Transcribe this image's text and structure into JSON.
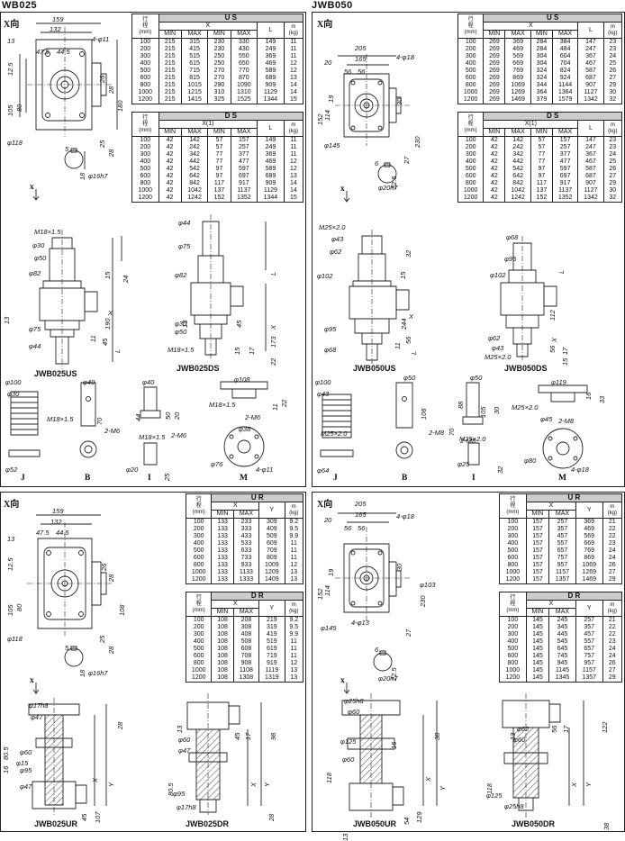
{
  "section_titles": {
    "left": "WB025",
    "right": "JWB050"
  },
  "xdir": "X向",
  "x_arrow": "x",
  "row_head": "行\n程\n(mm)",
  "tables": {
    "jwb025_us": {
      "group": "U S",
      "x": "X",
      "min": "MIN",
      "max": "MAX",
      "l": "L",
      "m": "m\n(kg)",
      "rows": [
        [
          "100",
          "215",
          "315",
          "230",
          "330",
          "149",
          "11"
        ],
        [
          "200",
          "215",
          "415",
          "230",
          "430",
          "249",
          "11"
        ],
        [
          "300",
          "215",
          "515",
          "250",
          "550",
          "369",
          "11"
        ],
        [
          "400",
          "215",
          "615",
          "250",
          "650",
          "469",
          "12"
        ],
        [
          "500",
          "215",
          "715",
          "270",
          "770",
          "589",
          "12"
        ],
        [
          "600",
          "215",
          "815",
          "270",
          "870",
          "689",
          "13"
        ],
        [
          "800",
          "215",
          "1015",
          "290",
          "1090",
          "909",
          "14"
        ],
        [
          "1000",
          "215",
          "1215",
          "310",
          "1310",
          "1129",
          "14"
        ],
        [
          "1200",
          "215",
          "1415",
          "325",
          "1525",
          "1344",
          "15"
        ]
      ]
    },
    "jwb025_ds": {
      "group": "D S",
      "x": "X(1)",
      "min": "MIN",
      "max": "MAX",
      "l": "L",
      "m": "m\n(kg)",
      "rows": [
        [
          "100",
          "42",
          "142",
          "57",
          "157",
          "149",
          "11"
        ],
        [
          "200",
          "42",
          "242",
          "57",
          "257",
          "249",
          "11"
        ],
        [
          "300",
          "42",
          "342",
          "77",
          "377",
          "369",
          "11"
        ],
        [
          "400",
          "42",
          "442",
          "77",
          "477",
          "469",
          "12"
        ],
        [
          "500",
          "42",
          "542",
          "97",
          "597",
          "589",
          "12"
        ],
        [
          "600",
          "42",
          "642",
          "97",
          "697",
          "689",
          "13"
        ],
        [
          "800",
          "42",
          "842",
          "117",
          "917",
          "909",
          "14"
        ],
        [
          "1000",
          "42",
          "1042",
          "137",
          "1137",
          "1129",
          "14"
        ],
        [
          "1200",
          "42",
          "1242",
          "152",
          "1352",
          "1344",
          "15"
        ]
      ]
    },
    "jwb050_us": {
      "group": "U S",
      "x": "X",
      "min": "MIN",
      "max": "MAX",
      "l": "L",
      "m": "m\n(kg)",
      "rows": [
        [
          "100",
          "269",
          "369",
          "284",
          "384",
          "147",
          "23"
        ],
        [
          "200",
          "269",
          "469",
          "284",
          "484",
          "247",
          "23"
        ],
        [
          "300",
          "269",
          "569",
          "304",
          "604",
          "367",
          "24"
        ],
        [
          "400",
          "269",
          "669",
          "304",
          "704",
          "467",
          "25"
        ],
        [
          "500",
          "269",
          "769",
          "324",
          "824",
          "587",
          "26"
        ],
        [
          "600",
          "269",
          "869",
          "324",
          "924",
          "687",
          "27"
        ],
        [
          "800",
          "269",
          "1069",
          "344",
          "1144",
          "907",
          "29"
        ],
        [
          "1000",
          "269",
          "1269",
          "364",
          "1364",
          "1127",
          "30"
        ],
        [
          "1200",
          "269",
          "1469",
          "379",
          "1579",
          "1342",
          "32"
        ]
      ]
    },
    "jwb050_ds": {
      "group": "D S",
      "x": "X(1)",
      "min": "MIN",
      "max": "MAX",
      "l": "L",
      "m": "m\n(kg)",
      "rows": [
        [
          "100",
          "42",
          "142",
          "57",
          "157",
          "147",
          "23"
        ],
        [
          "200",
          "42",
          "242",
          "57",
          "257",
          "247",
          "23"
        ],
        [
          "300",
          "42",
          "342",
          "77",
          "377",
          "367",
          "24"
        ],
        [
          "400",
          "42",
          "442",
          "77",
          "477",
          "467",
          "25"
        ],
        [
          "500",
          "42",
          "542",
          "97",
          "597",
          "587",
          "26"
        ],
        [
          "600",
          "42",
          "642",
          "97",
          "697",
          "687",
          "27"
        ],
        [
          "800",
          "42",
          "842",
          "117",
          "917",
          "907",
          "29"
        ],
        [
          "1000",
          "42",
          "1042",
          "137",
          "1137",
          "1127",
          "30"
        ],
        [
          "1200",
          "42",
          "1242",
          "152",
          "1352",
          "1342",
          "32"
        ]
      ]
    },
    "jwb025_ur": {
      "group": "U R",
      "x": "X",
      "min": "MIN",
      "max": "MAX",
      "y": "Y",
      "m": "m\n(kg)",
      "rows": [
        [
          "100",
          "133",
          "233",
          "309",
          "9.2"
        ],
        [
          "200",
          "133",
          "333",
          "409",
          "9.5"
        ],
        [
          "300",
          "133",
          "433",
          "509",
          "9.9"
        ],
        [
          "400",
          "133",
          "533",
          "609",
          "11"
        ],
        [
          "500",
          "133",
          "633",
          "709",
          "11"
        ],
        [
          "600",
          "133",
          "733",
          "809",
          "11"
        ],
        [
          "800",
          "133",
          "933",
          "1009",
          "12"
        ],
        [
          "1000",
          "133",
          "1133",
          "1209",
          "13"
        ],
        [
          "1200",
          "133",
          "1333",
          "1409",
          "13"
        ]
      ]
    },
    "jwb025_dr": {
      "group": "D R",
      "x": "X",
      "min": "MIN",
      "max": "MAX",
      "y": "Y",
      "m": "m\n(kg)",
      "rows": [
        [
          "100",
          "108",
          "208",
          "219",
          "9.2"
        ],
        [
          "200",
          "108",
          "308",
          "319",
          "9.5"
        ],
        [
          "300",
          "108",
          "408",
          "419",
          "9.9"
        ],
        [
          "400",
          "108",
          "508",
          "519",
          "11"
        ],
        [
          "500",
          "108",
          "608",
          "619",
          "11"
        ],
        [
          "600",
          "108",
          "708",
          "719",
          "11"
        ],
        [
          "800",
          "108",
          "908",
          "919",
          "12"
        ],
        [
          "1000",
          "108",
          "1108",
          "1119",
          "13"
        ],
        [
          "1200",
          "108",
          "1308",
          "1319",
          "13"
        ]
      ]
    },
    "jwb050_ur": {
      "group": "U R",
      "x": "X",
      "min": "MIN",
      "max": "MAX",
      "y": "Y",
      "m": "m\n(kg)",
      "rows": [
        [
          "100",
          "157",
          "257",
          "369",
          "21"
        ],
        [
          "200",
          "157",
          "357",
          "469",
          "22"
        ],
        [
          "300",
          "157",
          "457",
          "569",
          "22"
        ],
        [
          "400",
          "157",
          "557",
          "669",
          "23"
        ],
        [
          "500",
          "157",
          "657",
          "769",
          "24"
        ],
        [
          "600",
          "157",
          "757",
          "869",
          "24"
        ],
        [
          "800",
          "157",
          "957",
          "1069",
          "26"
        ],
        [
          "1000",
          "157",
          "1157",
          "1269",
          "27"
        ],
        [
          "1200",
          "157",
          "1357",
          "1469",
          "29"
        ]
      ]
    },
    "jwb050_dr": {
      "group": "D R",
      "x": "X",
      "min": "MIN",
      "max": "MAX",
      "y": "Y",
      "m": "m\n(kg)",
      "rows": [
        [
          "100",
          "145",
          "245",
          "257",
          "21"
        ],
        [
          "200",
          "145",
          "345",
          "357",
          "22"
        ],
        [
          "300",
          "145",
          "445",
          "457",
          "22"
        ],
        [
          "400",
          "145",
          "545",
          "557",
          "23"
        ],
        [
          "500",
          "145",
          "645",
          "657",
          "24"
        ],
        [
          "600",
          "145",
          "745",
          "757",
          "24"
        ],
        [
          "800",
          "145",
          "945",
          "957",
          "26"
        ],
        [
          "1000",
          "145",
          "1145",
          "1157",
          "27"
        ],
        [
          "1200",
          "145",
          "1345",
          "1357",
          "29"
        ]
      ]
    }
  },
  "model_names": {
    "jwb025us": "JWB025US",
    "jwb025ds": "JWB025DS",
    "jwb050us": "JWB050US",
    "jwb050ds": "JWB050DS",
    "jwb025ur": "JWB025UR",
    "jwb025dr": "JWB025DR",
    "jwb050ur": "JWB050UR",
    "jwb050dr": "JWB050DR"
  },
  "accessory_letters": {
    "j": "J",
    "b": "B",
    "i": "I",
    "m": "M"
  },
  "dims": {
    "p1_top": [
      "159",
      "132",
      "13",
      "47.5",
      "44.5",
      "4-φ11",
      "12.5",
      "26",
      "28",
      "105",
      "80",
      "180",
      "φ118",
      "25",
      "28",
      "5",
      "18",
      "φ16h7"
    ],
    "p1_us": [
      "M18×1.5",
      "φ30",
      "φ50",
      "φ82",
      "φ75",
      "φ44",
      "24",
      "15",
      "190",
      "X",
      "11",
      "45",
      "13",
      "L"
    ],
    "p1_ds": [
      "φ44",
      "φ75",
      "φ82",
      "φ30",
      "φ50",
      "M18×1.5",
      "L",
      "173",
      "X",
      "15",
      "17",
      "22",
      "45",
      "13"
    ],
    "p1_acc": [
      "φ100",
      "φ30",
      "φ52",
      "φ40",
      "M18×1.5",
      "2-M6",
      "70",
      "φ40",
      "44",
      "50",
      "20",
      "M18×1.5",
      "2-M6",
      "φ20",
      "25",
      "φ108",
      "M18×1.5",
      "2-M6",
      "φ38",
      "φ76",
      "4-φ11",
      "11",
      "22"
    ],
    "p2_top": [
      "205",
      "165",
      "56",
      "56",
      "20",
      "4-φ18",
      "19",
      "152",
      "114",
      "30",
      "27",
      "230",
      "φ145",
      "6",
      "22.5",
      "φ20h7"
    ],
    "p2_us": [
      "M25×2.0",
      "φ43",
      "φ62",
      "φ102",
      "φ95",
      "φ68",
      "32",
      "15",
      "244",
      "X",
      "11",
      "56",
      "L"
    ],
    "p2_ds": [
      "φ68",
      "φ95",
      "φ102",
      "φ62",
      "φ43",
      "M25×2.0",
      "L",
      "112",
      "X",
      "56",
      "17",
      "15",
      "32"
    ],
    "p2_acc": [
      "φ100",
      "φ43",
      "φ64",
      "φ50",
      "M25×2.0",
      "2-M8",
      "106",
      "φ50",
      "88",
      "70",
      "105",
      "30",
      "M25×2.0",
      "2-M8",
      "φ25",
      "32",
      "φ119",
      "M25×2.0",
      "φ45",
      "2-M8",
      "φ80",
      "4-φ18",
      "16",
      "33"
    ],
    "p3_top": [
      "159",
      "132",
      "47.5",
      "44.5",
      "13",
      "12.5",
      "26",
      "28",
      "105",
      "80",
      "108",
      "φ118",
      "25",
      "28",
      "5",
      "18",
      "φ16h7"
    ],
    "p3_ur": [
      "φ17h8",
      "φ47",
      "φ60",
      "φ95",
      "φ47",
      "80.5",
      "16",
      "28",
      "X",
      "Y",
      "45",
      "107",
      "φ15"
    ],
    "p3_dr": [
      "13",
      "φ60",
      "φ47",
      "80.5",
      "φ95",
      "φ17h8",
      "98",
      "45",
      "17",
      "X",
      "Y",
      "28"
    ],
    "p4_top": [
      "205",
      "165",
      "56",
      "56",
      "20",
      "4-φ18",
      "19",
      "152",
      "114",
      "30",
      "230",
      "φ103",
      "4-φ13",
      "27",
      "φ145",
      "6",
      "22.5",
      "φ20h7"
    ],
    "p4_ur": [
      "φ25h8",
      "φ60",
      "φ125",
      "φ60",
      "118",
      "16",
      "X",
      "Y",
      "38",
      "129",
      "54",
      "13"
    ],
    "p4_dr": [
      "13",
      "φ62",
      "φ60",
      "118",
      "φ125",
      "φ25h8",
      "122",
      "56",
      "17",
      "X",
      "Y",
      "38"
    ]
  }
}
